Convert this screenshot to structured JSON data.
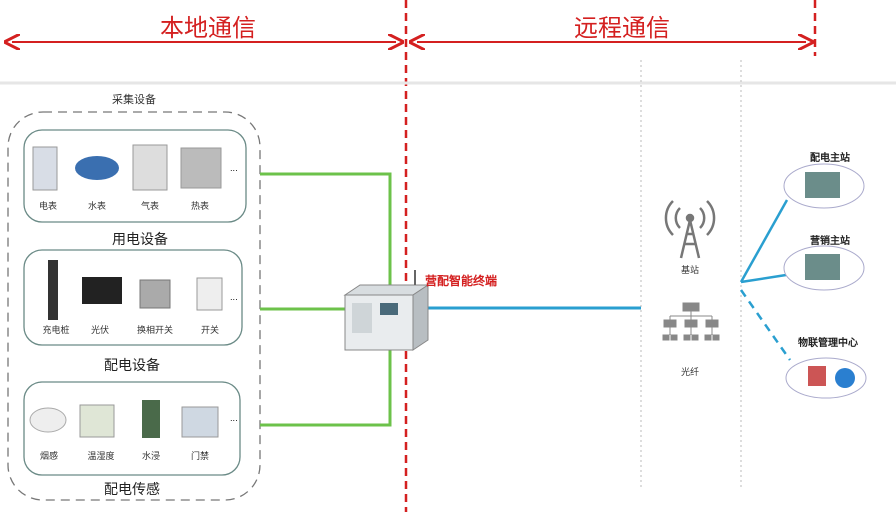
{
  "header": {
    "local": "本地通信",
    "remote": "远程通信"
  },
  "collect": {
    "title": "采集设备"
  },
  "groups": [
    {
      "title": "用电设备",
      "items": [
        "电表",
        "水表",
        "气表",
        "热表"
      ]
    },
    {
      "title": "配电设备",
      "items": [
        "充电桩",
        "光伏",
        "换相开关",
        "开关"
      ]
    },
    {
      "title": "配电传感",
      "items": [
        "烟感",
        "温湿度",
        "水浸",
        "门禁"
      ]
    }
  ],
  "ellipsis": "...",
  "terminal": {
    "label": "营配智能终端"
  },
  "network": {
    "base_station": "基站",
    "fiber": "光纤"
  },
  "stations": [
    "配电主站",
    "营销主站",
    "物联管理中心"
  ],
  "colors": {
    "red": "#d42020",
    "green": "#6cc24a",
    "blue": "#2a9fd0"
  }
}
